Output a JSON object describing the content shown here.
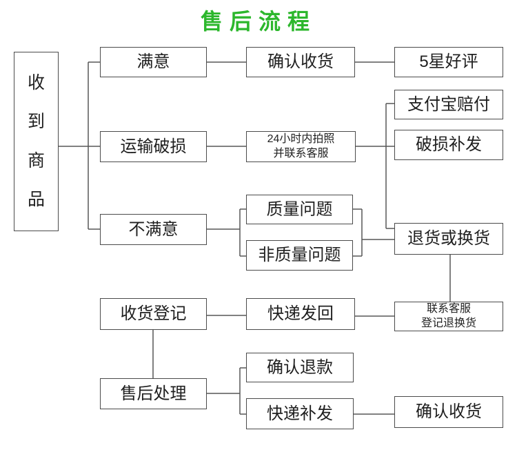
{
  "title": {
    "text": "售后流程"
  },
  "colors": {
    "title_green": "#2cb72c",
    "box_border": "#4a4a4a",
    "connector_line": "#565656",
    "text": "#1f1f1f",
    "background": "#ffffff"
  },
  "nodes": [
    {
      "id": "received-goods",
      "label": "收到商品",
      "chars": [
        "收",
        "到",
        "商",
        "品"
      ]
    },
    {
      "id": "satisfied",
      "label": "满意"
    },
    {
      "id": "confirm-receipt",
      "label": "确认收货"
    },
    {
      "id": "five-star-review",
      "label": "5星好评"
    },
    {
      "id": "alipay-compensation",
      "label": "支付宝赔付"
    },
    {
      "id": "transport-damage",
      "label": "运输破损"
    },
    {
      "id": "photo-within-24h",
      "line1": "24小时内拍照",
      "line2": "并联系客服"
    },
    {
      "id": "damage-reshipment",
      "label": "破损补发"
    },
    {
      "id": "unsatisfied",
      "label": "不满意"
    },
    {
      "id": "quality-issue",
      "label": "质量问题"
    },
    {
      "id": "non-quality-issue",
      "label": "非质量问题"
    },
    {
      "id": "return-or-exchange",
      "label": "退货或换货"
    },
    {
      "id": "receipt-registration",
      "label": "收货登记"
    },
    {
      "id": "express-return",
      "label": "快递发回"
    },
    {
      "id": "contact-service-register",
      "line1": "联系客服",
      "line2": "登记退换货"
    },
    {
      "id": "aftersales-processing",
      "label": "售后处理"
    },
    {
      "id": "confirm-refund",
      "label": "确认退款"
    },
    {
      "id": "express-reshipment",
      "label": "快递补发"
    },
    {
      "id": "confirm-receipt-final",
      "label": "确认收货"
    }
  ]
}
